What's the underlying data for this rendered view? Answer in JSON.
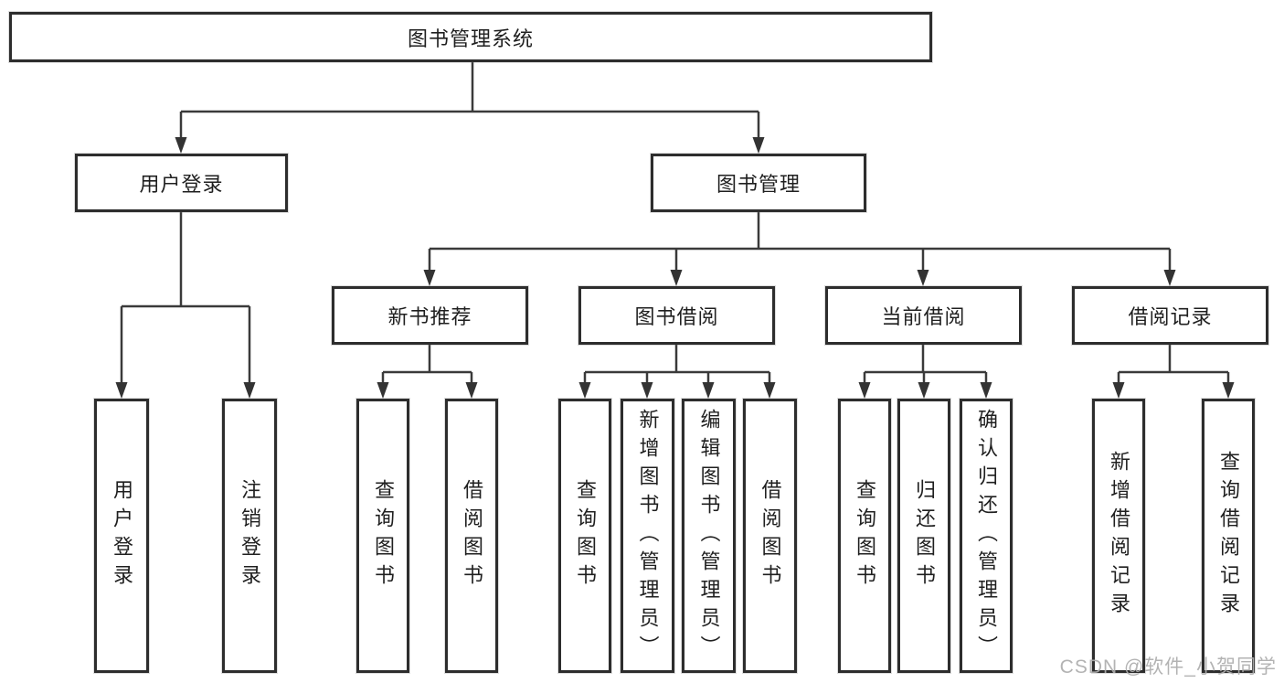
{
  "tree": {
    "label": "图书管理系统",
    "children": [
      {
        "label": "用户登录",
        "children": [
          {
            "label": "用户登录"
          },
          {
            "label": "注销登录"
          }
        ]
      },
      {
        "label": "图书管理",
        "children": [
          {
            "label": "新书推荐",
            "children": [
              {
                "label": "查询图书"
              },
              {
                "label": "借阅图书"
              }
            ]
          },
          {
            "label": "图书借阅",
            "children": [
              {
                "label": "查询图书"
              },
              {
                "label": "新增图书（管理员）"
              },
              {
                "label": "编辑图书（管理员）"
              },
              {
                "label": "借阅图书"
              }
            ]
          },
          {
            "label": "当前借阅",
            "children": [
              {
                "label": "查询图书"
              },
              {
                "label": "归还图书"
              },
              {
                "label": "确认归还（管理员）"
              }
            ]
          },
          {
            "label": "借阅记录",
            "children": [
              {
                "label": "新增借阅记录"
              },
              {
                "label": "查询借阅记录"
              }
            ]
          }
        ]
      }
    ]
  },
  "watermark": {
    "text": "CSDN @软件_小贺同学"
  },
  "colors": {
    "line": "#3a3a3a",
    "box_border": "#2d2d2d",
    "box_fill": "#ffffff",
    "text": "#1f1f1f",
    "watermark": "#adadad"
  }
}
